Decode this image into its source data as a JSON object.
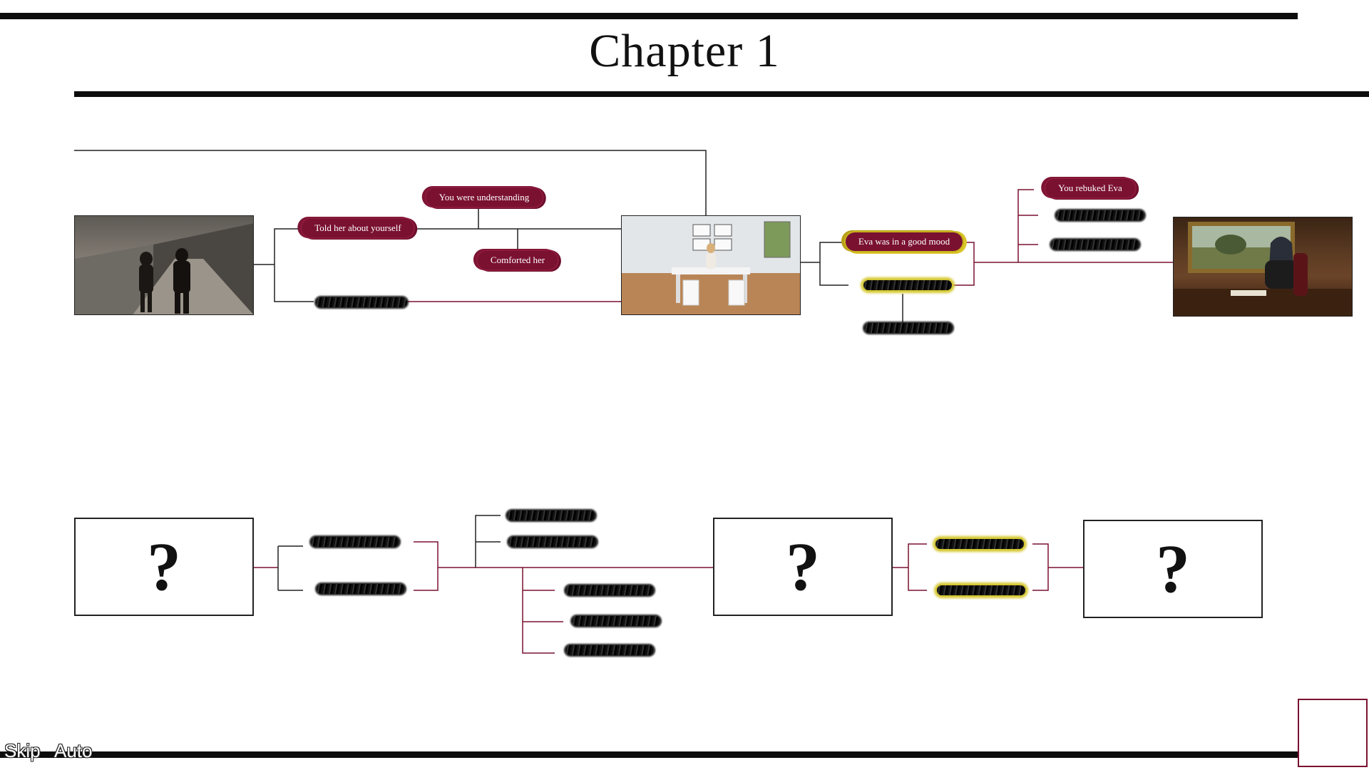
{
  "title": "Chapter 1",
  "controls": {
    "skip": "Skip",
    "auto": "Auto"
  },
  "colors": {
    "branch": "#7a1131",
    "gold": "#d6c832",
    "line": "#222222"
  },
  "scenes": [
    {
      "name": "street-walk",
      "status": "unlocked"
    },
    {
      "name": "office",
      "status": "unlocked"
    },
    {
      "name": "study-desk",
      "status": "unlocked"
    },
    {
      "name": "locked",
      "status": "locked",
      "symbol": "?"
    },
    {
      "name": "locked",
      "status": "locked",
      "symbol": "?"
    },
    {
      "name": "locked",
      "status": "locked",
      "symbol": "?"
    }
  ],
  "choices": {
    "told_her": "Told her about yourself",
    "understanding": "You were understanding",
    "comforted": "Comforted her",
    "good_mood": "Eva was in a good mood",
    "rebuked": "You rebuked Eva"
  }
}
